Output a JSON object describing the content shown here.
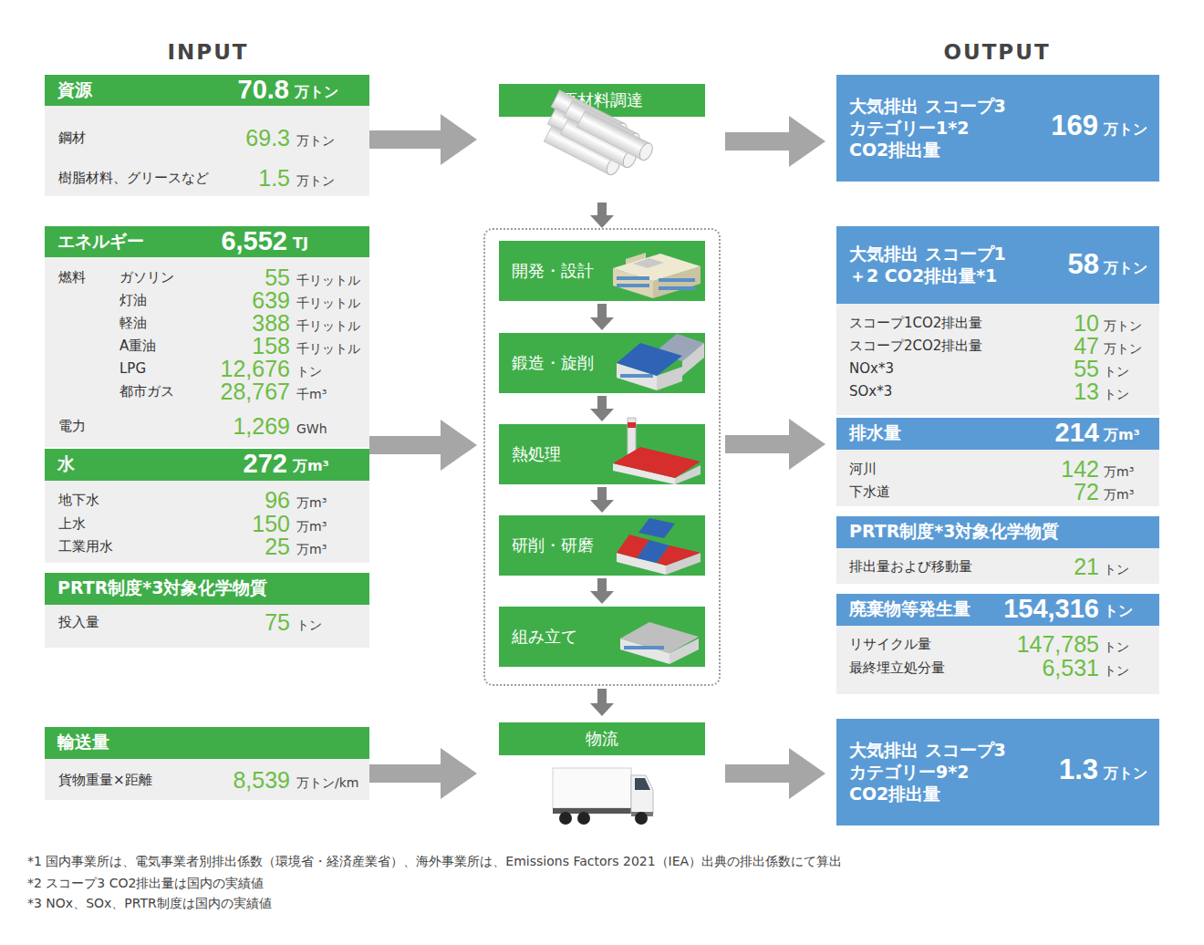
{
  "diagram": {
    "nodes": [
      {
        "text": [
          "鋼材",
          "69.3",
          "万トン",
          "樹脂材料、グリースなど",
          "1.5",
          "万トン"
        ]
      },
      {
        "text": [
          "資源",
          "70.8",
          "万トン"
        ],
        "in": 0
      },
      {
        "text": [
          "燃料",
          "ガソリン",
          "55",
          "千リットル",
          "灯油",
          "639",
          "千リットル",
          "軽油",
          "388",
          "千リットル",
          "A重油",
          "158",
          "千リットル",
          "LPG",
          "12,676",
          "トン",
          "都市ガス",
          "28,767",
          "千m³",
          "電力",
          "1,269",
          "GWh"
        ]
      },
      {
        "text": [
          "エネルギー",
          "6,552",
          "TJ"
        ],
        "in": 2
      },
      {
        "text": [
          "地下水",
          "96",
          "万m³",
          "上水",
          "150",
          "万m³",
          "工業用水",
          "25",
          "万m³"
        ]
      },
      {
        "text": [
          "水",
          "272",
          "万m³"
        ],
        "in": 4
      },
      {
        "text": [
          "投入量",
          "75",
          "トン"
        ]
      },
      {
        "text": [
          "PRTR制度*3対象化学物質"
        ],
        "in": 6
      },
      {
        "text": [
          "貨物重量×距離",
          "8,539",
          "万トン/km"
        ]
      },
      {
        "text": [
          "輸送量"
        ],
        "in": 8
      },
      {
        "text": [
          "原材料調達"
        ]
      },
      {
        "text": []
      },
      {
        "text": [
          "開発・設計"
        ],
        "in": 11
      },
      {
        "text": [
          "鍛造・旋削"
        ],
        "in": 11
      },
      {
        "text": [
          "熱処理"
        ],
        "in": 11
      },
      {
        "text": [
          "研削・研磨"
        ],
        "in": 11
      },
      {
        "text": [
          "組み立て"
        ],
        "in": 11
      },
      {
        "text": [
          "物流"
        ]
      },
      {
        "text": [
          "大気排出 スコープ3 カテゴリー1*2 CO2排出量",
          "169",
          "万トン"
        ]
      },
      {
        "text": [
          "スコープ1CO2排出量",
          "10",
          "万トン",
          "スコープ2CO2排出量",
          "47",
          "万トン",
          "NOx*3",
          "55",
          "トン",
          "SOx*3",
          "13",
          "トン"
        ]
      },
      {
        "text": [
          "大気排出 スコープ1＋2 CO2排出量*1",
          "58",
          "万トン"
        ],
        "in": 19
      },
      {
        "text": [
          "河川",
          "142",
          "万m³",
          "下水道",
          "72",
          "万m³"
        ]
      },
      {
        "text": [
          "排水量",
          "214",
          "万m³"
        ],
        "in": 21
      },
      {
        "text": [
          "排出量および移動量",
          "21",
          "トン"
        ]
      },
      {
        "text": [
          "PRTR制度*3対象化学物質"
        ],
        "in": 23
      },
      {
        "text": [
          "リサイクル量",
          "147,785",
          "トン",
          "最終埋立処分量",
          "6,531",
          "トン"
        ]
      },
      {
        "text": [
          "廃棄物等発生量",
          "154,316",
          "トン"
        ],
        "in": 25
      },
      {
        "text": [
          "大気排出 スコープ3 カテゴリー9*2 CO2排出量",
          "1.3",
          "万トン"
        ]
      }
    ],
    "edges": [
      {
        "from": 0,
        "to": 10,
        "arrow": "to"
      },
      {
        "from": 2,
        "to": 11,
        "arrow": "to"
      },
      {
        "from": 8,
        "to": 17,
        "arrow": "to"
      },
      {
        "from": 10,
        "to": 11,
        "arrow": "to"
      },
      {
        "from": 12,
        "to": 13,
        "arrow": "to"
      },
      {
        "from": 13,
        "to": 14,
        "arrow": "to"
      },
      {
        "from": 14,
        "to": 15,
        "arrow": "to"
      },
      {
        "from": 15,
        "to": 16,
        "arrow": "to"
      },
      {
        "from": 11,
        "to": 17,
        "arrow": "to"
      },
      {
        "from": 10,
        "to": 18,
        "arrow": "to"
      },
      {
        "from": 11,
        "to": 21,
        "arrow": "to"
      },
      {
        "from": 17,
        "to": 27,
        "arrow": "to"
      }
    ],
    "labels": [
      "INPUT",
      "OUTPUT",
      "*1 国内事業所は、電気事業者別排出係数（環境省・経済産業省）、海外事業所は、Emissions Factors 2021（IEA）出典の排出係数にて算出",
      "*2 スコープ3 CO2排出量は国内の実績値",
      "*3 NOx、SOx、PRTR制度は国内の実績値"
    ]
  }
}
